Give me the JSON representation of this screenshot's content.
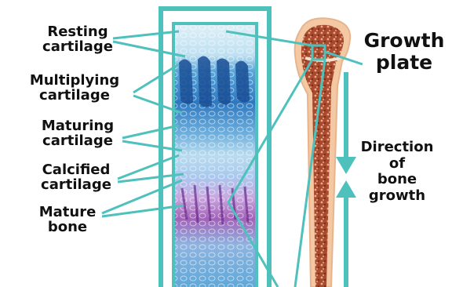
{
  "colors": {
    "teal": "#4fc1bd",
    "cartilage_light": "#cde8f4",
    "cartilage_mid": "#5aa3d6",
    "cartilage_dark": "#1e5fa8",
    "bone_pink": "#c98fd0",
    "bone_purple": "#7a5ab8",
    "bone_shaft": "#a5442a",
    "bone_outline": "#e8b48c"
  },
  "labels": {
    "resting": [
      "Resting",
      "cartilage"
    ],
    "multiplying": [
      "Multiplying",
      "cartilage"
    ],
    "maturing": [
      "Maturing",
      "cartilage"
    ],
    "calcified": [
      "Calcified",
      "cartilage"
    ],
    "mature_bone": [
      "Mature",
      "bone"
    ],
    "growth_plate": [
      "Growth",
      "plate"
    ],
    "direction": [
      "Direction",
      "of",
      "bone",
      "growth"
    ]
  }
}
